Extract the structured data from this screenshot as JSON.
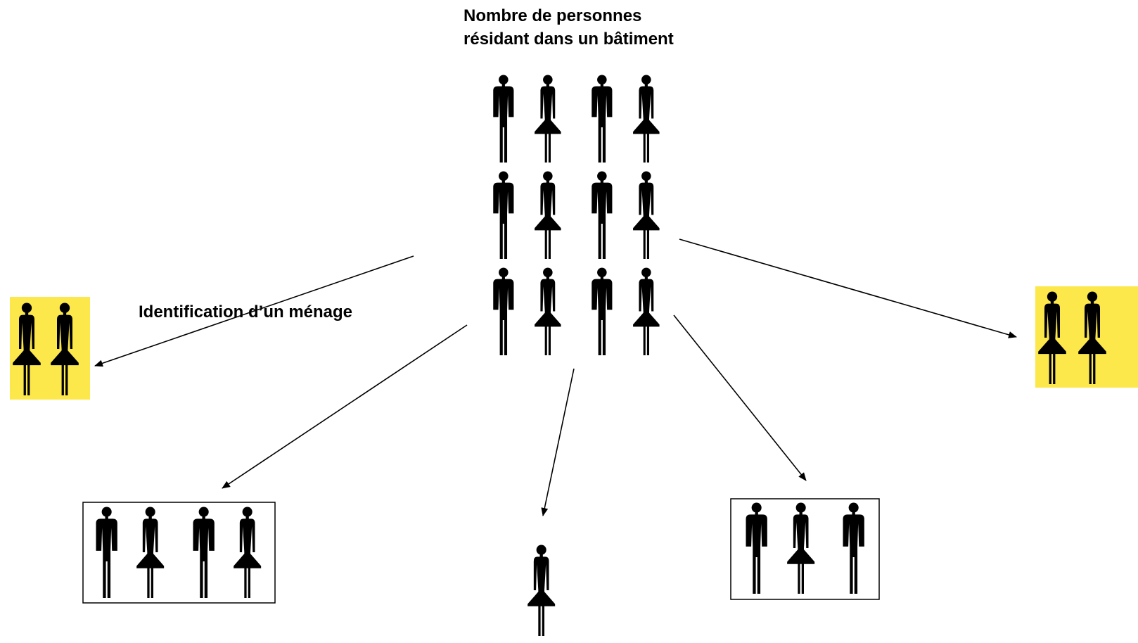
{
  "title_lines": [
    "Nombre de personnes",
    "résidant dans un bâtiment"
  ],
  "household_label": "Identification d’un ménage",
  "colors": {
    "figure": "#000000",
    "highlight_box": "#fde84b",
    "frame": "#000000",
    "arrow": "#000000"
  },
  "building_grid": {
    "rows": [
      [
        "man",
        "woman",
        "man",
        "woman"
      ],
      [
        "man",
        "woman",
        "man",
        "woman"
      ],
      [
        "man",
        "woman",
        "man",
        "woman"
      ]
    ]
  },
  "households": [
    {
      "name": "household-left-highlighted",
      "members": [
        "woman",
        "woman"
      ],
      "highlighted": true,
      "framed": false
    },
    {
      "name": "household-right-highlighted",
      "members": [
        "woman",
        "woman"
      ],
      "highlighted": true,
      "framed": false
    },
    {
      "name": "household-bottom-left",
      "members": [
        "man",
        "woman",
        "man",
        "woman"
      ],
      "highlighted": false,
      "framed": true
    },
    {
      "name": "household-bottom-center",
      "members": [
        "woman"
      ],
      "highlighted": false,
      "framed": false
    },
    {
      "name": "household-bottom-right",
      "members": [
        "man",
        "woman",
        "man"
      ],
      "highlighted": false,
      "framed": true
    }
  ]
}
